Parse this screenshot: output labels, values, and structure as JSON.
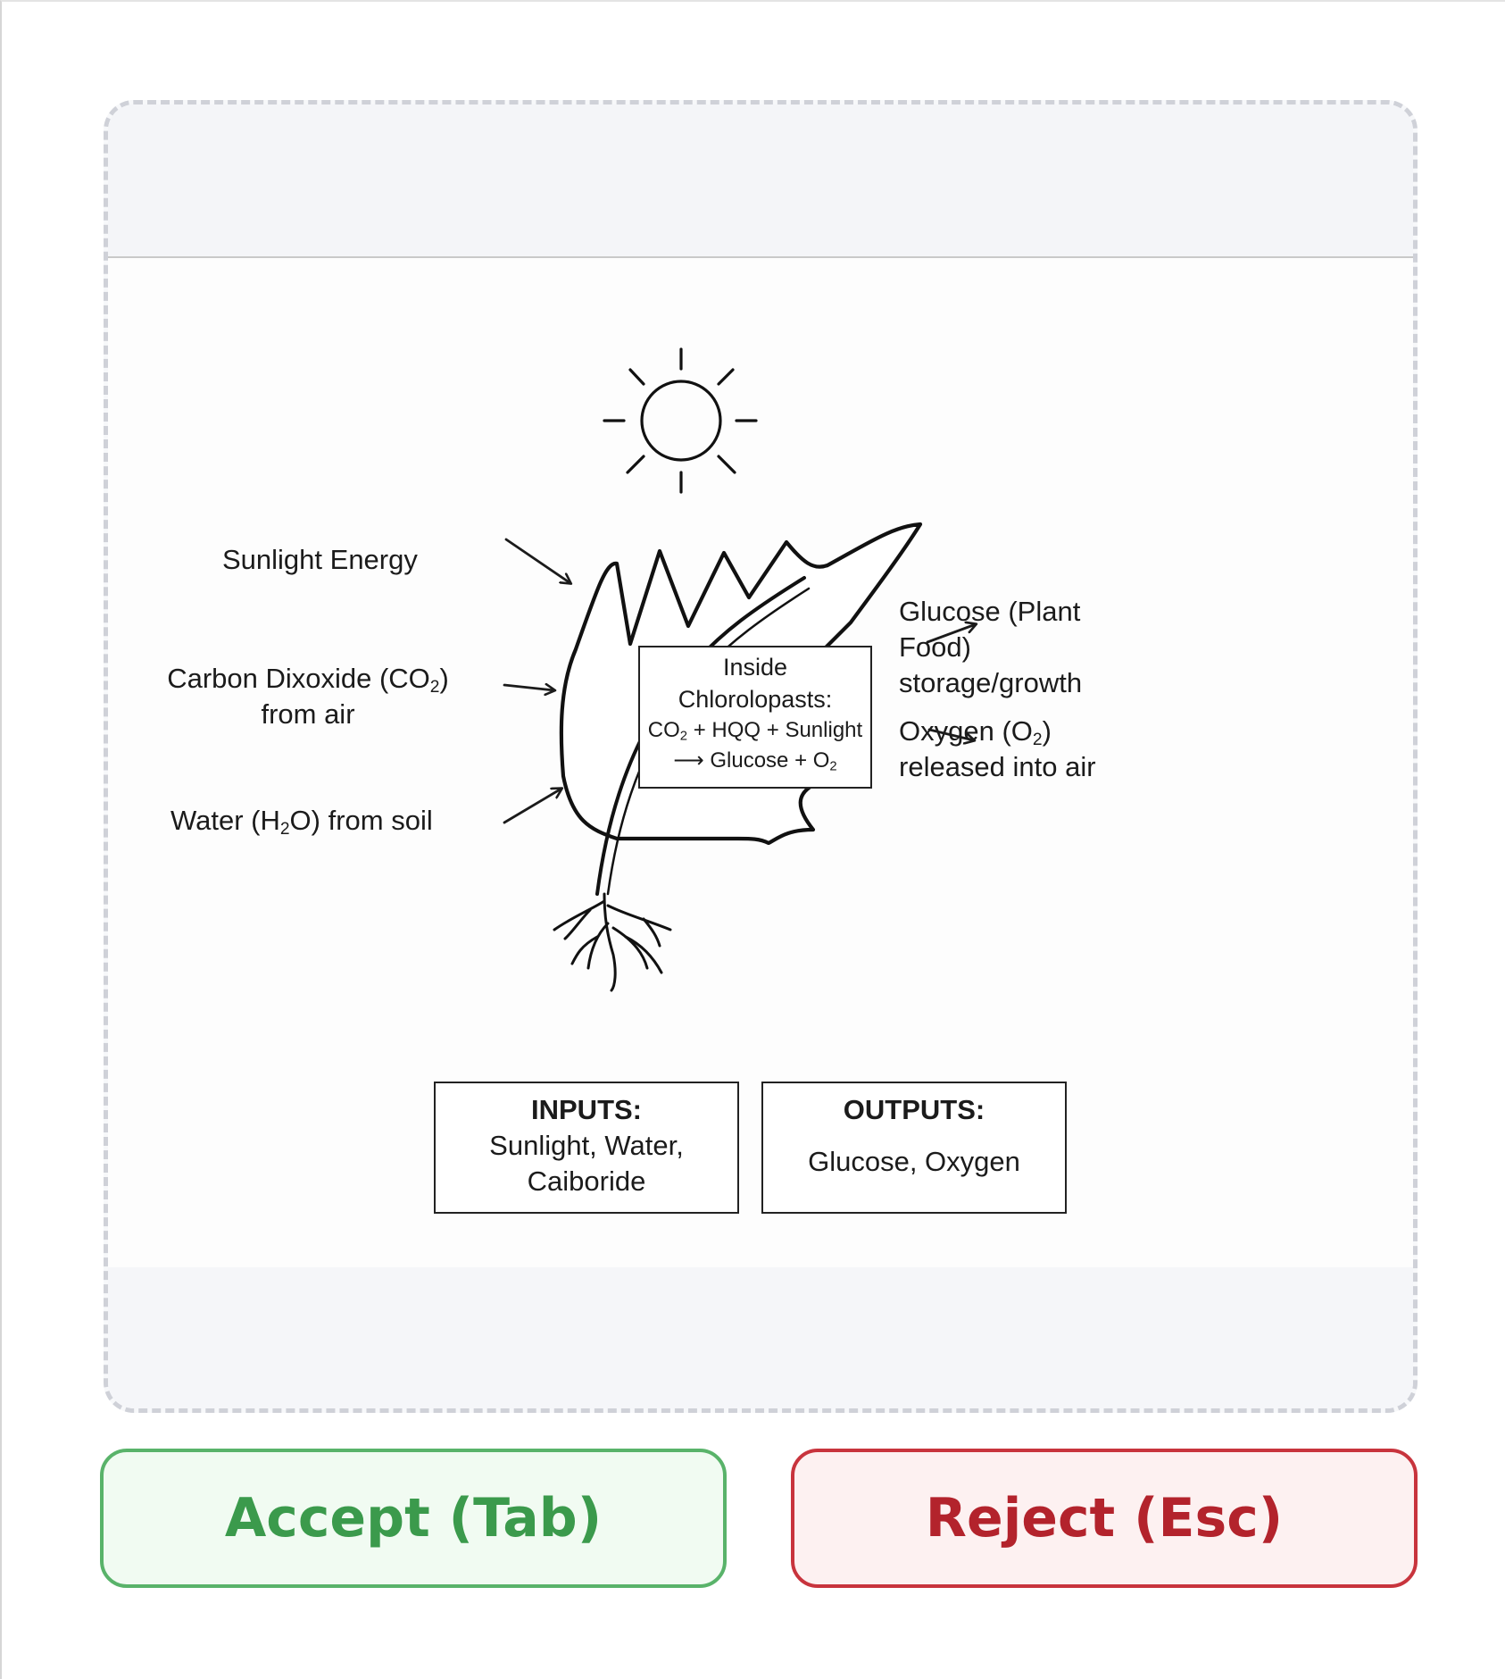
{
  "diagram": {
    "labels": {
      "sunlight": "Sunlight Energy",
      "co2_pre": "Carbon Dixoxide (CO",
      "co2_sub": "2",
      "co2_post": ")",
      "co2_line2": "from air",
      "water_pre": "Water (H",
      "water_sub": "2",
      "water_post": "O) from soil",
      "glucose_l1": "Glucose (Plant",
      "glucose_l2": "Food)",
      "glucose_l3": "storage/growth",
      "oxygen_pre": "Oxygen (O",
      "oxygen_sub": "2",
      "oxygen_post": ")",
      "oxygen_line2": "released into air"
    },
    "chloroplast_box": {
      "line1": "Inside",
      "line2": "Chlorolopasts:",
      "eq1_pre": "CO",
      "eq1_sub": "2",
      "eq1_post": " + HQQ + Sunlight",
      "eq2_pre": "⟶ Glucose + O",
      "eq2_sub": "2"
    },
    "inputs_box": {
      "title": "INPUTS:",
      "line1": "Sunlight, Water,",
      "line2": "Caiboride"
    },
    "outputs_box": {
      "title": "OUTPUTS:",
      "line1": "Glucose, Oxygen"
    }
  },
  "actions": {
    "accept_label": "Accept (Tab)",
    "reject_label": "Reject (Esc)"
  },
  "colors": {
    "accept_border": "#59b36a",
    "accept_text": "#3b9a4c",
    "reject_border": "#c8343d",
    "reject_text": "#b3232c",
    "frame_dash": "#cfd1d8"
  }
}
